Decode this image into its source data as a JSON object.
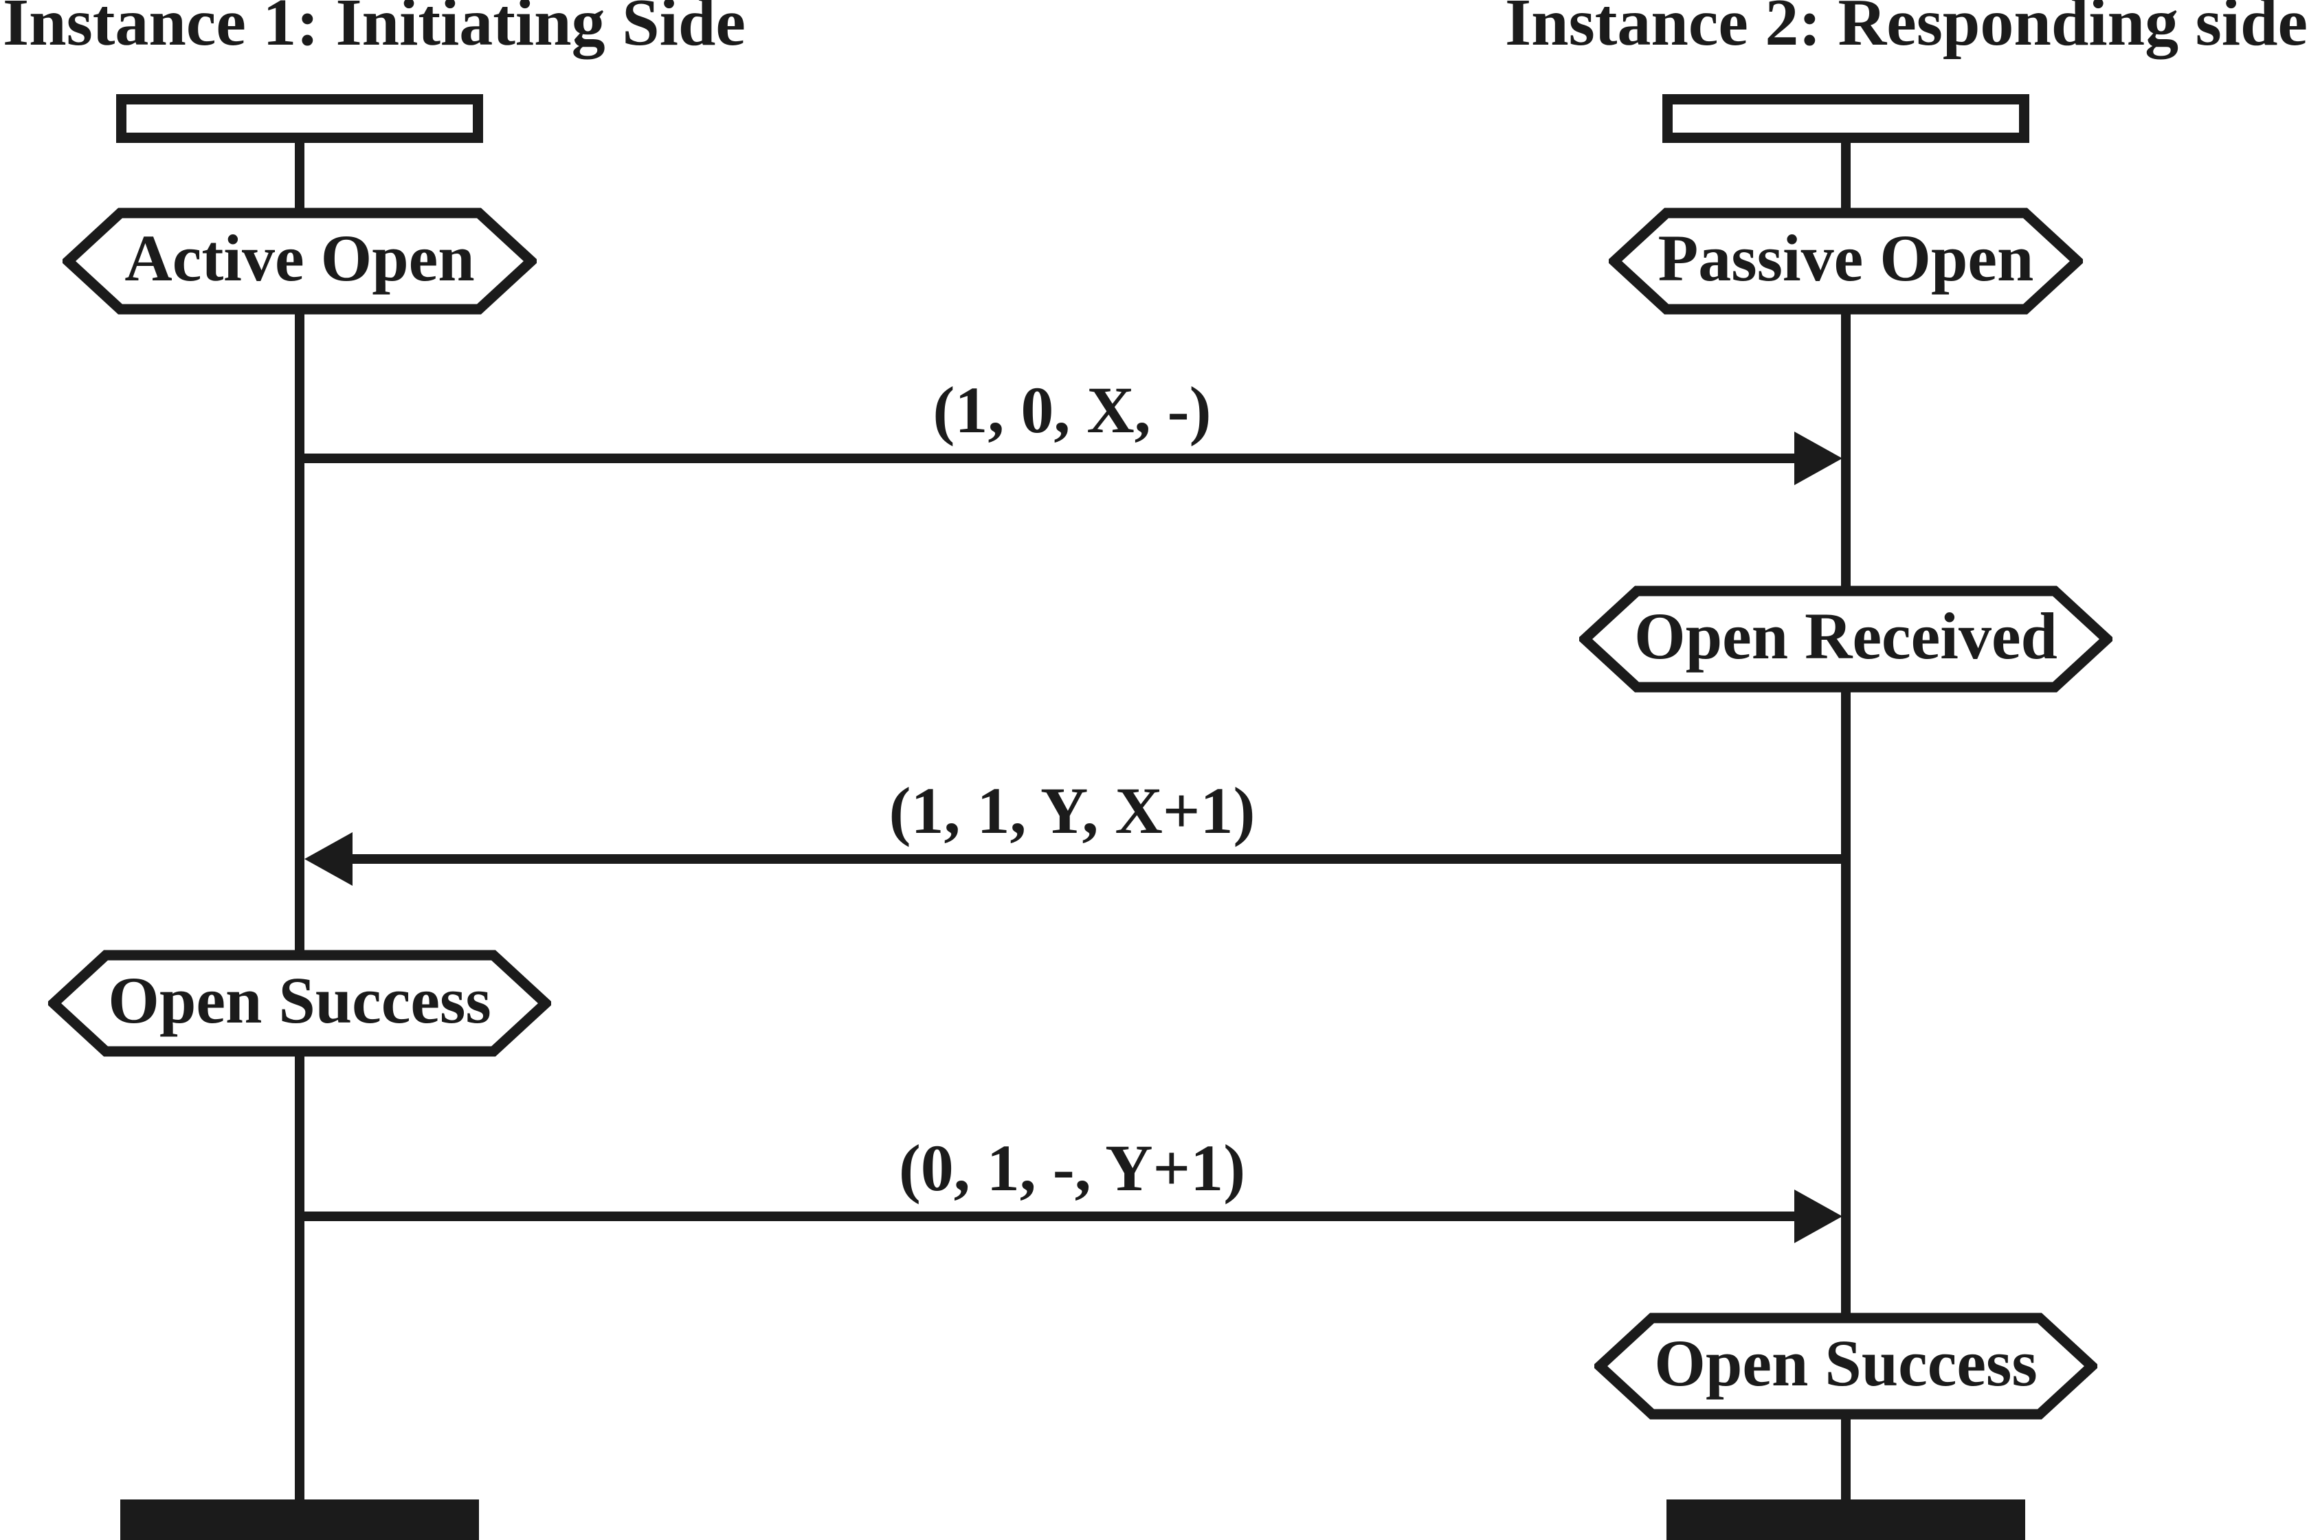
{
  "diagram": {
    "title_left": "Instance 1: Initiating Side",
    "title_right": "Instance 2: Responding side",
    "states": {
      "active_open": "Active Open",
      "passive_open": "Passive Open",
      "open_received": "Open Received",
      "open_success_left": "Open Success",
      "open_success_right": "Open Success"
    },
    "messages": [
      {
        "label": "(1, 0, X, -)",
        "direction": "left-to-right"
      },
      {
        "label": "(1, 1, Y, X+1)",
        "direction": "right-to-left"
      },
      {
        "label": "(0, 1, -, Y+1)",
        "direction": "left-to-right"
      }
    ],
    "colors": {
      "ink": "#1b1b1b",
      "background": "#ffffff"
    }
  }
}
